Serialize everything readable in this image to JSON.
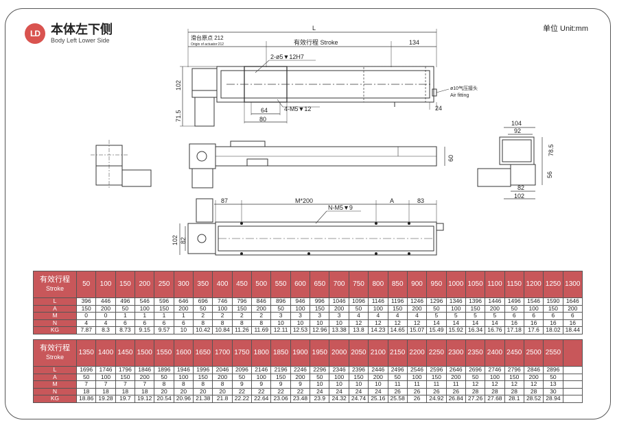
{
  "header": {
    "logo": "LD",
    "title_zh": "本体左下侧",
    "title_en": "Body Left Lower Side",
    "unit": "单位 Unit:mm"
  },
  "drawing": {
    "L": "L",
    "slider_origin_zh": "滑台原点 212",
    "slider_origin_en": "Origin of actuator:212",
    "stroke_zh": "有效行程 Stroke",
    "d134": "134",
    "d102a": "102",
    "d71_5": "71.5",
    "hole1": "2-ø5▼12H7",
    "hole2": "4-M5▼12",
    "d64": "64",
    "d80": "80",
    "d24": "24",
    "air_zh": "ø10气压接头",
    "air_en": "Air fitting",
    "d104": "104",
    "d92": "92",
    "d78_5": "78.5",
    "d56": "56",
    "d82a": "82",
    "d102b": "102",
    "d60": "60",
    "d87": "87",
    "dM200": "M*200",
    "dA": "A",
    "d83": "83",
    "hole3": "N-M5▼9",
    "d102c": "102",
    "d82b": "82"
  },
  "labels": {
    "stroke_zh": "有效行程",
    "stroke_en": "Stroke",
    "rows": [
      "L",
      "A",
      "M",
      "N",
      "KG"
    ]
  },
  "table1": {
    "stroke": [
      "50",
      "100",
      "150",
      "200",
      "250",
      "300",
      "350",
      "400",
      "450",
      "500",
      "550",
      "600",
      "650",
      "700",
      "750",
      "800",
      "850",
      "900",
      "950",
      "1000",
      "1050",
      "1100",
      "1150",
      "1200",
      "1250",
      "1300"
    ],
    "L": [
      "396",
      "446",
      "496",
      "546",
      "596",
      "646",
      "696",
      "746",
      "796",
      "846",
      "896",
      "946",
      "996",
      "1046",
      "1096",
      "1146",
      "1196",
      "1246",
      "1296",
      "1346",
      "1396",
      "1446",
      "1496",
      "1546",
      "1590",
      "1646"
    ],
    "A": [
      "150",
      "200",
      "50",
      "100",
      "150",
      "200",
      "50",
      "100",
      "150",
      "200",
      "50",
      "100",
      "150",
      "200",
      "50",
      "100",
      "150",
      "200",
      "50",
      "100",
      "150",
      "200",
      "50",
      "100",
      "150",
      "200"
    ],
    "M": [
      "0",
      "0",
      "1",
      "1",
      "1",
      "1",
      "2",
      "2",
      "2",
      "2",
      "3",
      "3",
      "3",
      "3",
      "4",
      "4",
      "4",
      "4",
      "5",
      "5",
      "5",
      "5",
      "6",
      "6",
      "6",
      "6"
    ],
    "N": [
      "4",
      "4",
      "6",
      "6",
      "6",
      "6",
      "8",
      "8",
      "8",
      "8",
      "10",
      "10",
      "10",
      "10",
      "12",
      "12",
      "12",
      "12",
      "14",
      "14",
      "14",
      "14",
      "16",
      "16",
      "16",
      "16"
    ],
    "KG": [
      "7.87",
      "8.3",
      "8.73",
      "9.15",
      "9.57",
      "10",
      "10.42",
      "10.84",
      "11.26",
      "11.69",
      "12.11",
      "12.53",
      "12.96",
      "13.38",
      "13.8",
      "14.23",
      "14.65",
      "15.07",
      "15.49",
      "15.92",
      "16.34",
      "16.76",
      "17.18",
      "17.6",
      "18.02",
      "18.44"
    ]
  },
  "table2": {
    "stroke": [
      "1350",
      "1400",
      "1450",
      "1500",
      "1550",
      "1600",
      "1650",
      "1700",
      "1750",
      "1800",
      "1850",
      "1900",
      "1950",
      "2000",
      "2050",
      "2100",
      "2150",
      "2200",
      "2250",
      "2300",
      "2350",
      "2400",
      "2450",
      "2500",
      "2550",
      ""
    ],
    "L": [
      "1696",
      "1746",
      "1796",
      "1846",
      "1896",
      "1946",
      "1996",
      "2046",
      "2096",
      "2146",
      "2196",
      "2246",
      "2296",
      "2346",
      "2396",
      "2446",
      "2496",
      "2546",
      "2596",
      "2646",
      "2696",
      "2746",
      "2796",
      "2846",
      "2896",
      ""
    ],
    "A": [
      "50",
      "100",
      "150",
      "200",
      "50",
      "100",
      "150",
      "200",
      "50",
      "100",
      "150",
      "200",
      "50",
      "100",
      "150",
      "200",
      "50",
      "100",
      "150",
      "200",
      "50",
      "100",
      "150",
      "200",
      "50",
      ""
    ],
    "M": [
      "7",
      "7",
      "7",
      "7",
      "8",
      "8",
      "8",
      "8",
      "9",
      "9",
      "9",
      "9",
      "10",
      "10",
      "10",
      "10",
      "11",
      "11",
      "11",
      "11",
      "12",
      "12",
      "12",
      "12",
      "13",
      ""
    ],
    "N": [
      "18",
      "18",
      "18",
      "18",
      "20",
      "20",
      "20",
      "20",
      "22",
      "22",
      "22",
      "22",
      "24",
      "24",
      "24",
      "24",
      "26",
      "26",
      "26",
      "26",
      "28",
      "28",
      "28",
      "28",
      "30",
      ""
    ],
    "KG": [
      "18.86",
      "19.28",
      "19.7",
      "19.12",
      "20.54",
      "20.96",
      "21.38",
      "21.8",
      "22.22",
      "22.64",
      "23.06",
      "23.48",
      "23.9",
      "24.32",
      "24.74",
      "25.16",
      "25.58",
      "26",
      "24.92",
      "26.84",
      "27.26",
      "27.68",
      "28.1",
      "28.52",
      "28.94",
      ""
    ]
  }
}
